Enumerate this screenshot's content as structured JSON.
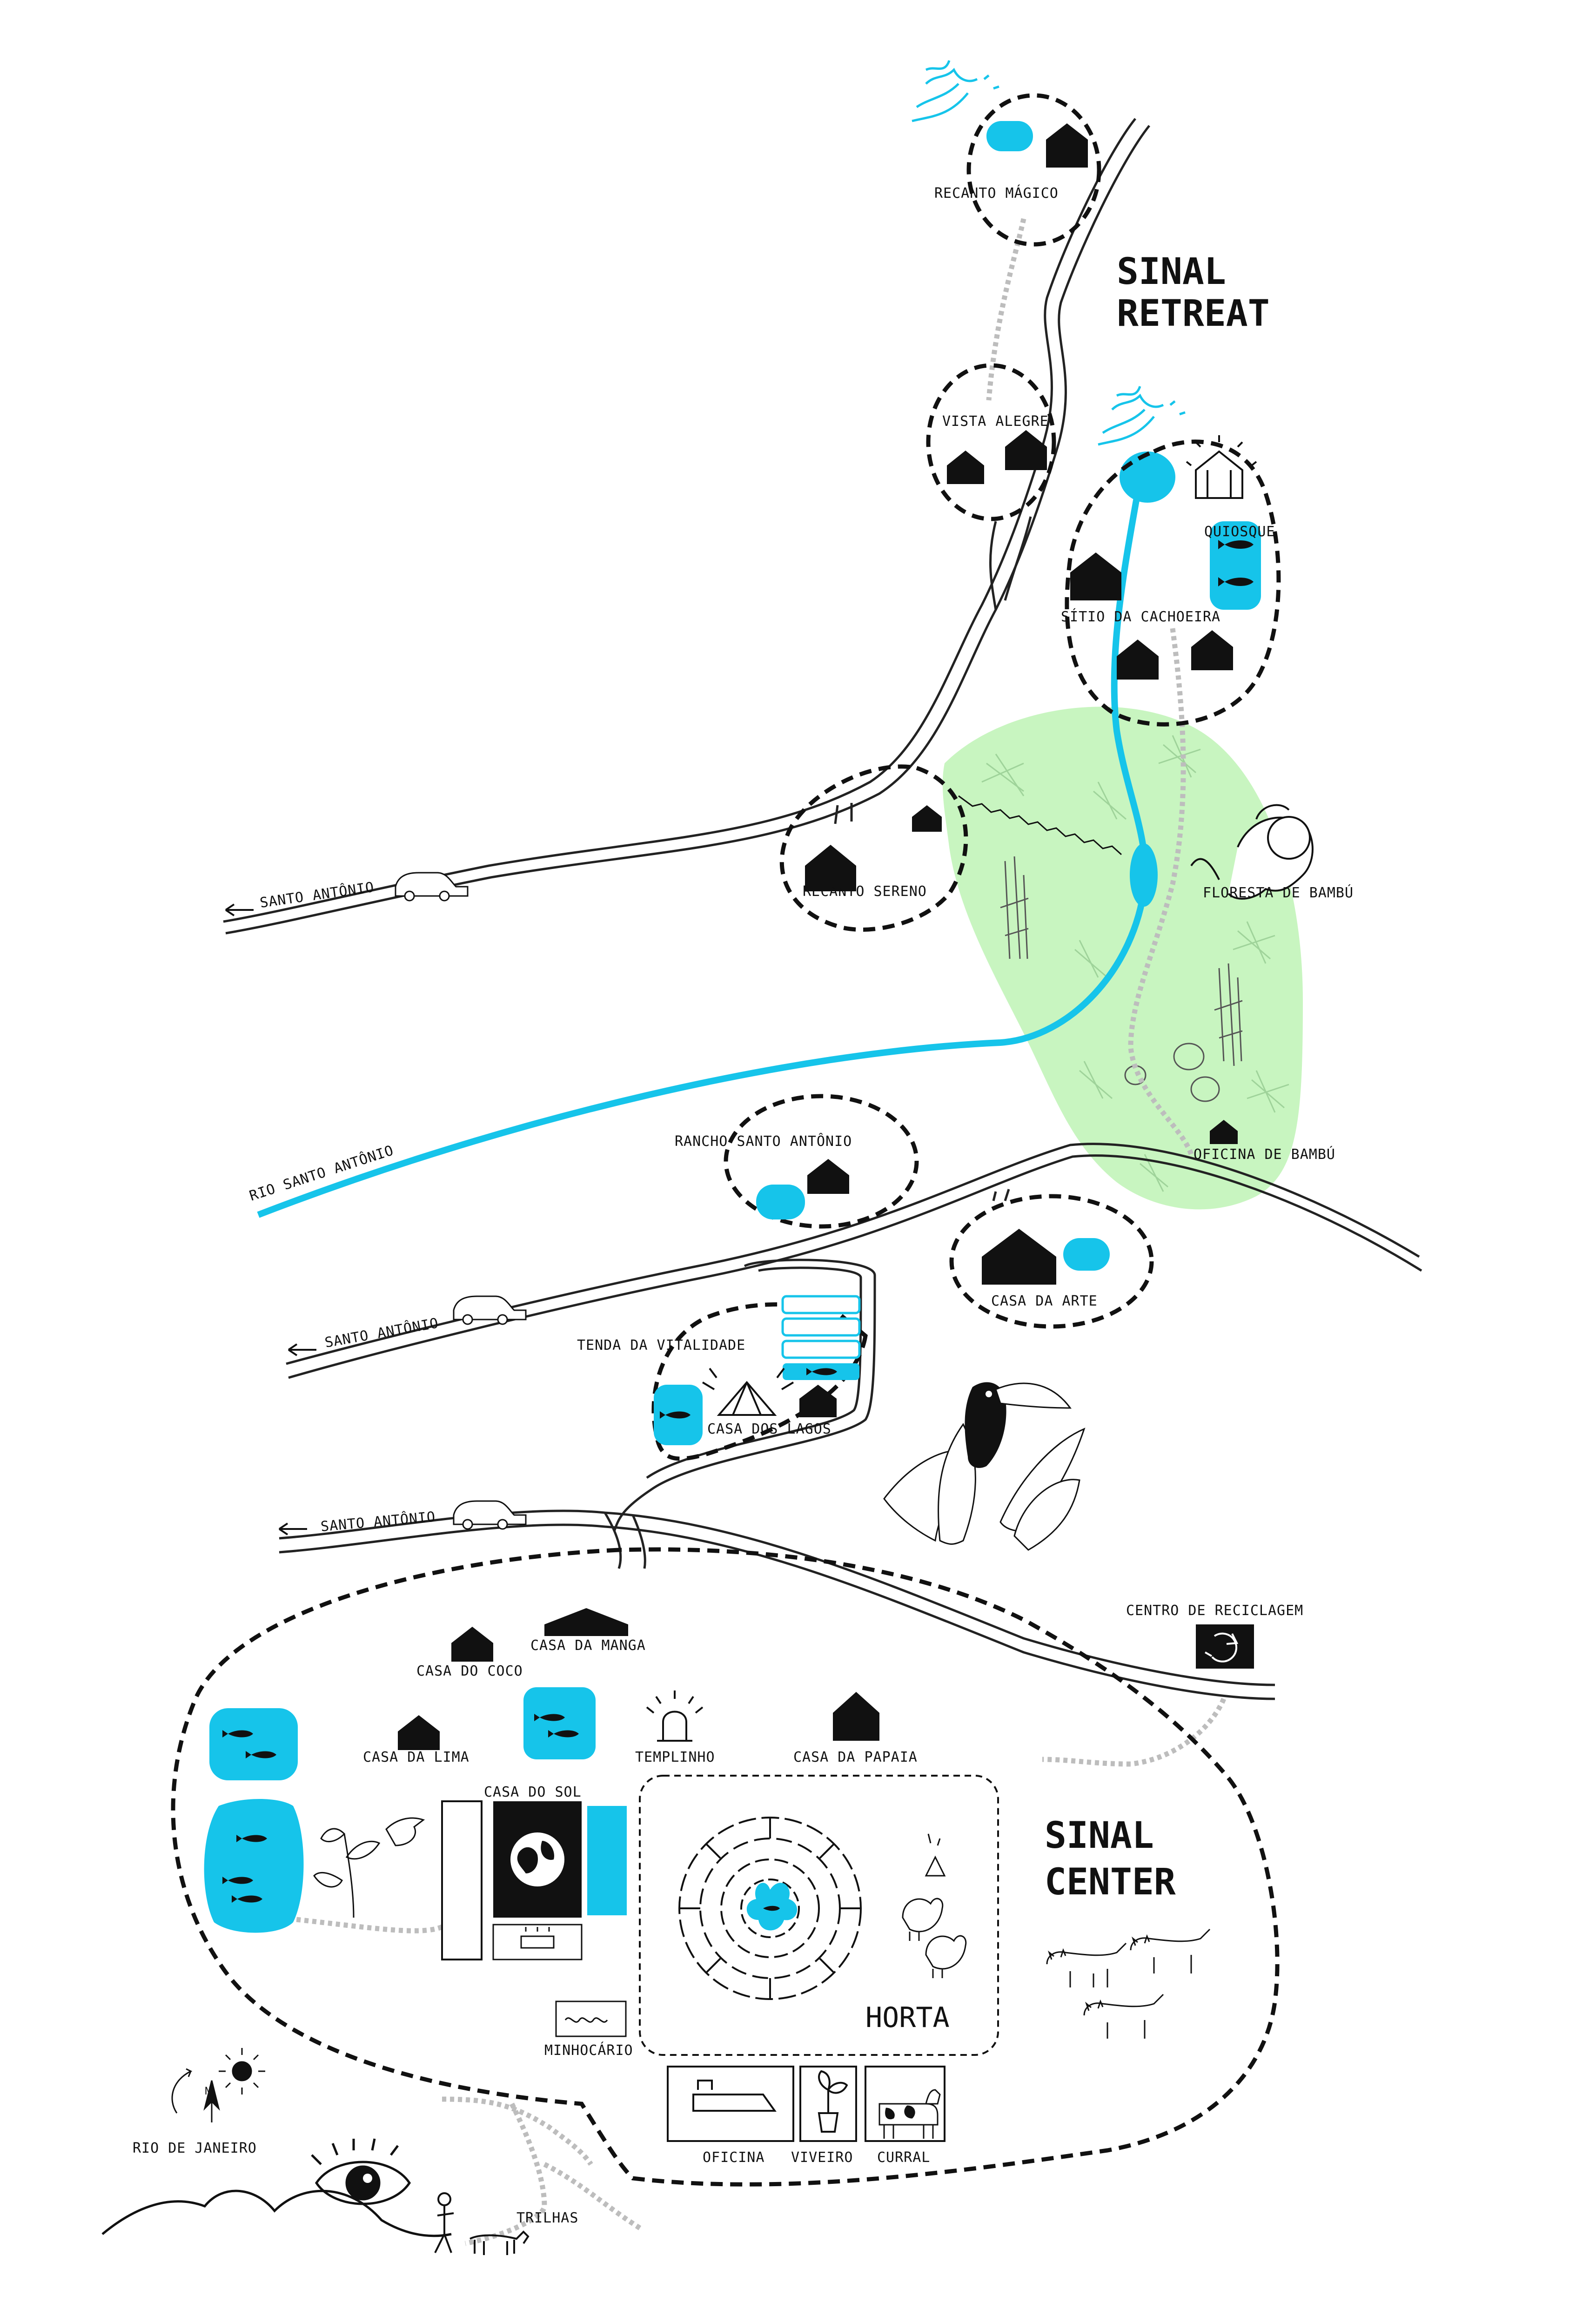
{
  "map": {
    "titles": {
      "retreat_line1": "SINAL",
      "retreat_line2": "RETREAT",
      "center_line1": "SINAL",
      "center_line2": "CENTER"
    },
    "labels": {
      "recanto_magico": "RECANTO MÁGICO",
      "vista_alegre": "VISTA ALEGRE",
      "quiosque": "QUIOSQUE",
      "sitio_cachoeira": "SÍTIO DA CACHOEIRA",
      "recanto_sereno": "RECANTO SERENO",
      "santo_antonio_1": "SANTO ANTÔNIO",
      "santo_antonio_2": "SANTO ANTÔNIO",
      "santo_antonio_3": "SANTO ANTÔNIO",
      "floresta_bambu": "FLORESTA DE BAMBÚ",
      "oficina_bambu": "OFICINA DE BAMBÚ",
      "rio_santo_antonio": "RIO SANTO ANTÔNIO",
      "rancho_santo_antonio": "RANCHO SANTO ANTÔNIO",
      "casa_arte": "CASA DA ARTE",
      "tenda_vitalidade": "TENDA DA VITALIDADE",
      "casa_lagos": "CASA DOS LAGOS",
      "centro_reciclagem": "CENTRO DE RECICLAGEM",
      "casa_coco": "CASA DO COCO",
      "casa_manga": "CASA DA MANGA",
      "casa_lima": "CASA DA LIMA",
      "templinho": "TEMPLINHO",
      "casa_papaia": "CASA DA PAPAIA",
      "casa_sol": "CASA DO SOL",
      "horta": "HORTA",
      "minhocario": "MINHOCÁRIO",
      "oficina": "OFICINA",
      "viveiro": "VIVEIRO",
      "curral": "CURRAL",
      "rio_de_janeiro": "RIO DE JANEIRO",
      "trilhas": "TRILHAS",
      "compass_n": "N"
    },
    "colors": {
      "water": "#16c4ea",
      "forest": "#c8f5c0",
      "trail": "#bdbdbd",
      "ink": "#111111"
    }
  }
}
